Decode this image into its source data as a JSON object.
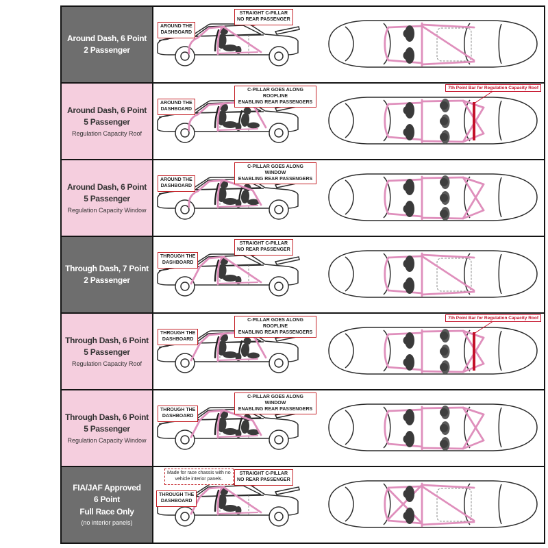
{
  "colors": {
    "label-gray": "#6e6e6e",
    "label-pink": "#f5cede",
    "cage-pink": "#df8fbc",
    "callout-red": "#c42127",
    "bar-red": "#c4112a",
    "line-dark": "#2b2b2b",
    "figure-dark": "#3a3a3a"
  },
  "rows": [
    {
      "label_color": "gray",
      "label_lines": [
        {
          "text": "Around Dash, 6 Point",
          "style": "bold"
        },
        {
          "text": "2 Passenger",
          "style": "bold"
        }
      ],
      "dash": "around",
      "c_pillar": "straight",
      "rear_passengers": false,
      "seventh_bar": false,
      "race": false,
      "dash_callout": "AROUND THE\nDASHBOARD",
      "pillar_callout": "STRAIGHT C-PILLAR\nNO REAR PASSENGER"
    },
    {
      "label_color": "pink",
      "label_lines": [
        {
          "text": "Around Dash, 6 Point",
          "style": "bold"
        },
        {
          "text": "5 Passenger",
          "style": "bold"
        },
        {
          "text": "Regulation Capacity Roof",
          "style": "small"
        }
      ],
      "dash": "around",
      "c_pillar": "roofline",
      "rear_passengers": true,
      "seventh_bar": true,
      "race": false,
      "dash_callout": "AROUND THE\nDASHBOARD",
      "pillar_callout": "C-PILLAR GOES ALONG ROOFLINE\nENABLING REAR PASSENGERS",
      "top_callout": "7th Point Bar for Regulation Capacity Roof"
    },
    {
      "label_color": "pink",
      "label_lines": [
        {
          "text": "Around Dash, 6 Point",
          "style": "bold"
        },
        {
          "text": "5 Passenger",
          "style": "bold"
        },
        {
          "text": "Regulation Capacity Window",
          "style": "small"
        }
      ],
      "dash": "around",
      "c_pillar": "window",
      "rear_passengers": true,
      "seventh_bar": false,
      "race": false,
      "dash_callout": "AROUND THE\nDASHBOARD",
      "pillar_callout": "C-PILLAR GOES ALONG WINDOW\nENABLING REAR PASSENGERS"
    },
    {
      "label_color": "gray",
      "label_lines": [
        {
          "text": "Through Dash, 7 Point",
          "style": "bold"
        },
        {
          "text": "2 Passenger",
          "style": "bold"
        }
      ],
      "dash": "through",
      "c_pillar": "straight",
      "rear_passengers": false,
      "seventh_bar": false,
      "race": false,
      "dash_callout": "THROUGH THE\nDASHBOARD",
      "pillar_callout": "STRAIGHT C-PILLAR\nNO REAR PASSENGER"
    },
    {
      "label_color": "pink",
      "label_lines": [
        {
          "text": "Through Dash, 6 Point",
          "style": "bold"
        },
        {
          "text": "5 Passenger",
          "style": "bold"
        },
        {
          "text": "Regulation Capacity Roof",
          "style": "small"
        }
      ],
      "dash": "through",
      "c_pillar": "roofline",
      "rear_passengers": true,
      "seventh_bar": true,
      "race": false,
      "dash_callout": "THROUGH THE\nDASHBOARD",
      "pillar_callout": "C-PILLAR GOES ALONG ROOFLINE\nENABLING REAR PASSENGERS",
      "top_callout": "7th Point Bar for Regulation Capacity Roof"
    },
    {
      "label_color": "pink",
      "label_lines": [
        {
          "text": "Through Dash, 6 Point",
          "style": "bold"
        },
        {
          "text": "5 Passenger",
          "style": "bold"
        },
        {
          "text": "Regulation Capacity Window",
          "style": "small"
        }
      ],
      "dash": "through",
      "c_pillar": "window",
      "rear_passengers": true,
      "seventh_bar": false,
      "race": false,
      "dash_callout": "THROUGH THE\nDASHBOARD",
      "pillar_callout": "C-PILLAR GOES ALONG WINDOW\nENABLING REAR PASSENGERS"
    },
    {
      "label_color": "gray",
      "label_lines": [
        {
          "text": "FIA/JAF Approved",
          "style": "bold"
        },
        {
          "text": "6 Point",
          "style": "bold"
        },
        {
          "text": "Full Race Only",
          "style": "bold"
        },
        {
          "text": "(no interior panels)",
          "style": "small"
        }
      ],
      "dash": "through",
      "c_pillar": "straight",
      "rear_passengers": false,
      "seventh_bar": false,
      "race": true,
      "race_note": "Made for race chassis with no\nvehicle interior panels.",
      "dash_callout": "THROUGH THE\nDASHBOARD",
      "pillar_callout": "STRAIGHT C-PILLAR\nNO REAR PASSENGER"
    }
  ]
}
